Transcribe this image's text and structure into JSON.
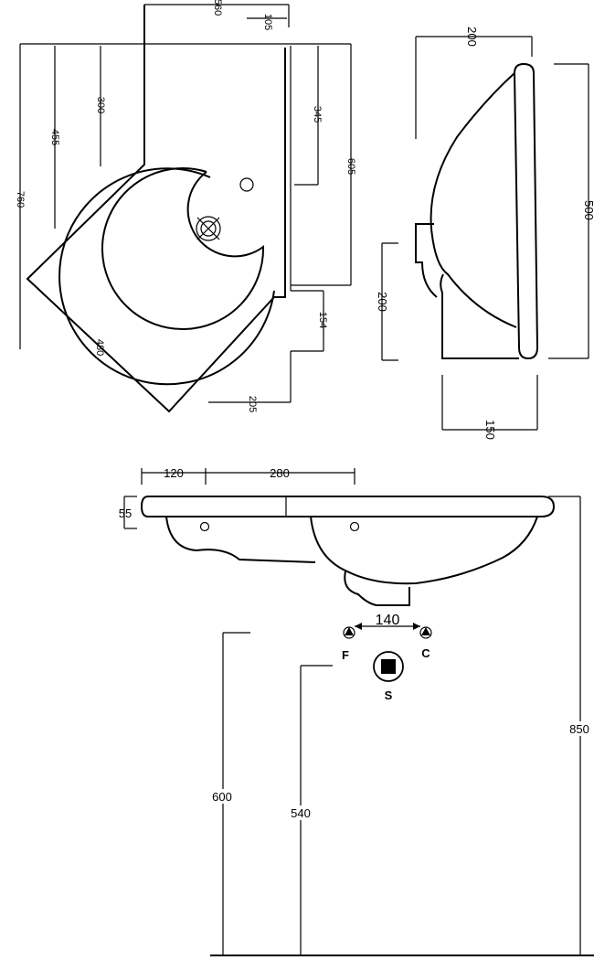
{
  "plan_view": {
    "dims": {
      "d760": "760",
      "d455": "455",
      "d300": "300",
      "d560": "560",
      "d105": "105",
      "d345": "345",
      "d605": "605",
      "d154": "154",
      "d480": "480",
      "d205": "205"
    }
  },
  "side_view": {
    "dims": {
      "d200_top": "200",
      "d500": "500",
      "d200_left": "200",
      "d150": "150"
    }
  },
  "front_view": {
    "dims": {
      "d120": "120",
      "d280": "280",
      "d55": "55",
      "d140": "140",
      "d600": "600",
      "d540": "540",
      "d850": "850"
    },
    "labels": {
      "feed": "F",
      "cold": "C",
      "waste": "S"
    }
  }
}
